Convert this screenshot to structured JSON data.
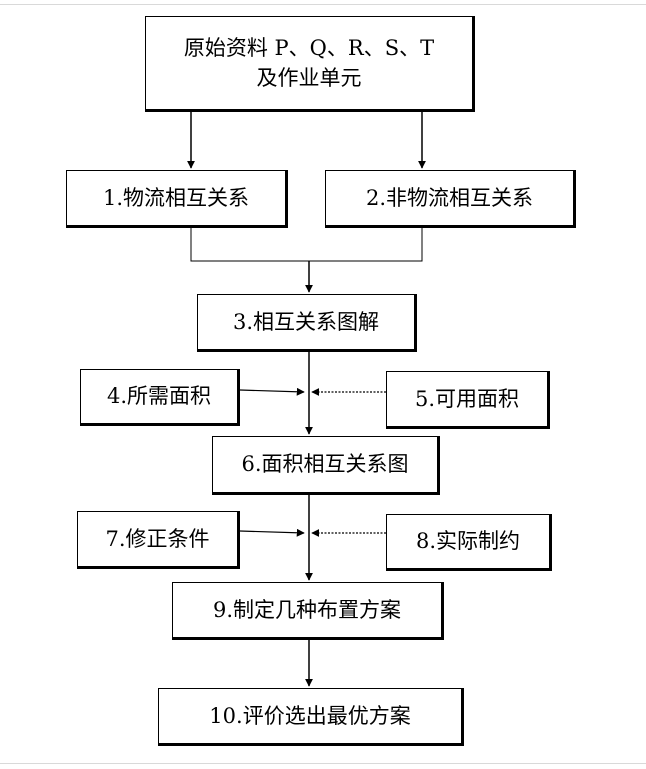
{
  "flowchart": {
    "source_box": {
      "line1": "原始资料 P、Q、R、S、T",
      "line2": "及作业单元"
    },
    "steps": [
      {
        "id": "step-1",
        "label": "1.物流相互关系"
      },
      {
        "id": "step-2",
        "label": "2.非物流相互关系"
      },
      {
        "id": "step-3",
        "label": "3.相互关系图解"
      },
      {
        "id": "step-4",
        "label": "4.所需面积"
      },
      {
        "id": "step-5",
        "label": "5.可用面积"
      },
      {
        "id": "step-6",
        "label": "6.面积相互关系图"
      },
      {
        "id": "step-7",
        "label": "7.修正条件"
      },
      {
        "id": "step-8",
        "label": "8.实际制约"
      },
      {
        "id": "step-9",
        "label": "9.制定几种布置方案"
      },
      {
        "id": "step-10",
        "label": "10.评价选出最优方案"
      }
    ]
  }
}
